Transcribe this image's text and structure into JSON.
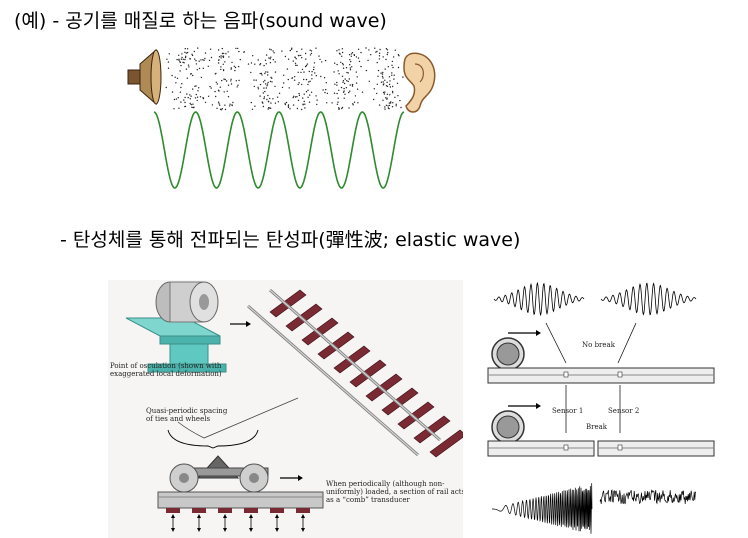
{
  "line1": {
    "example_label": "(예)",
    "text": "- 공기를 매질로 하는 음파",
    "term": "(sound wave)"
  },
  "line2": {
    "text": "- 탄성체를 통해 전파되는 탄성파",
    "term": "(彈性波; elastic wave)"
  },
  "rail_diagram": {
    "caption_osculation": [
      "Point of osculation (shown with",
      "exaggerated local deformation)"
    ],
    "caption_spacing": [
      "Quasi-periodic spacing",
      "of ties and wheels"
    ],
    "caption_transducer": [
      "When periodically (although non-",
      "uniformly) loaded, a section of rail acts",
      "as a “comb” transducer"
    ]
  },
  "sensor_diagram": {
    "no_break_label": "No break",
    "break_label": "Break",
    "sensor1_label": "Sensor 1",
    "sensor2_label": "Sensor 2"
  },
  "colors": {
    "wave_green": "#2e8b2e",
    "tie_brown": "#7a2a32",
    "rail_cyan": "#5fc8c0"
  }
}
